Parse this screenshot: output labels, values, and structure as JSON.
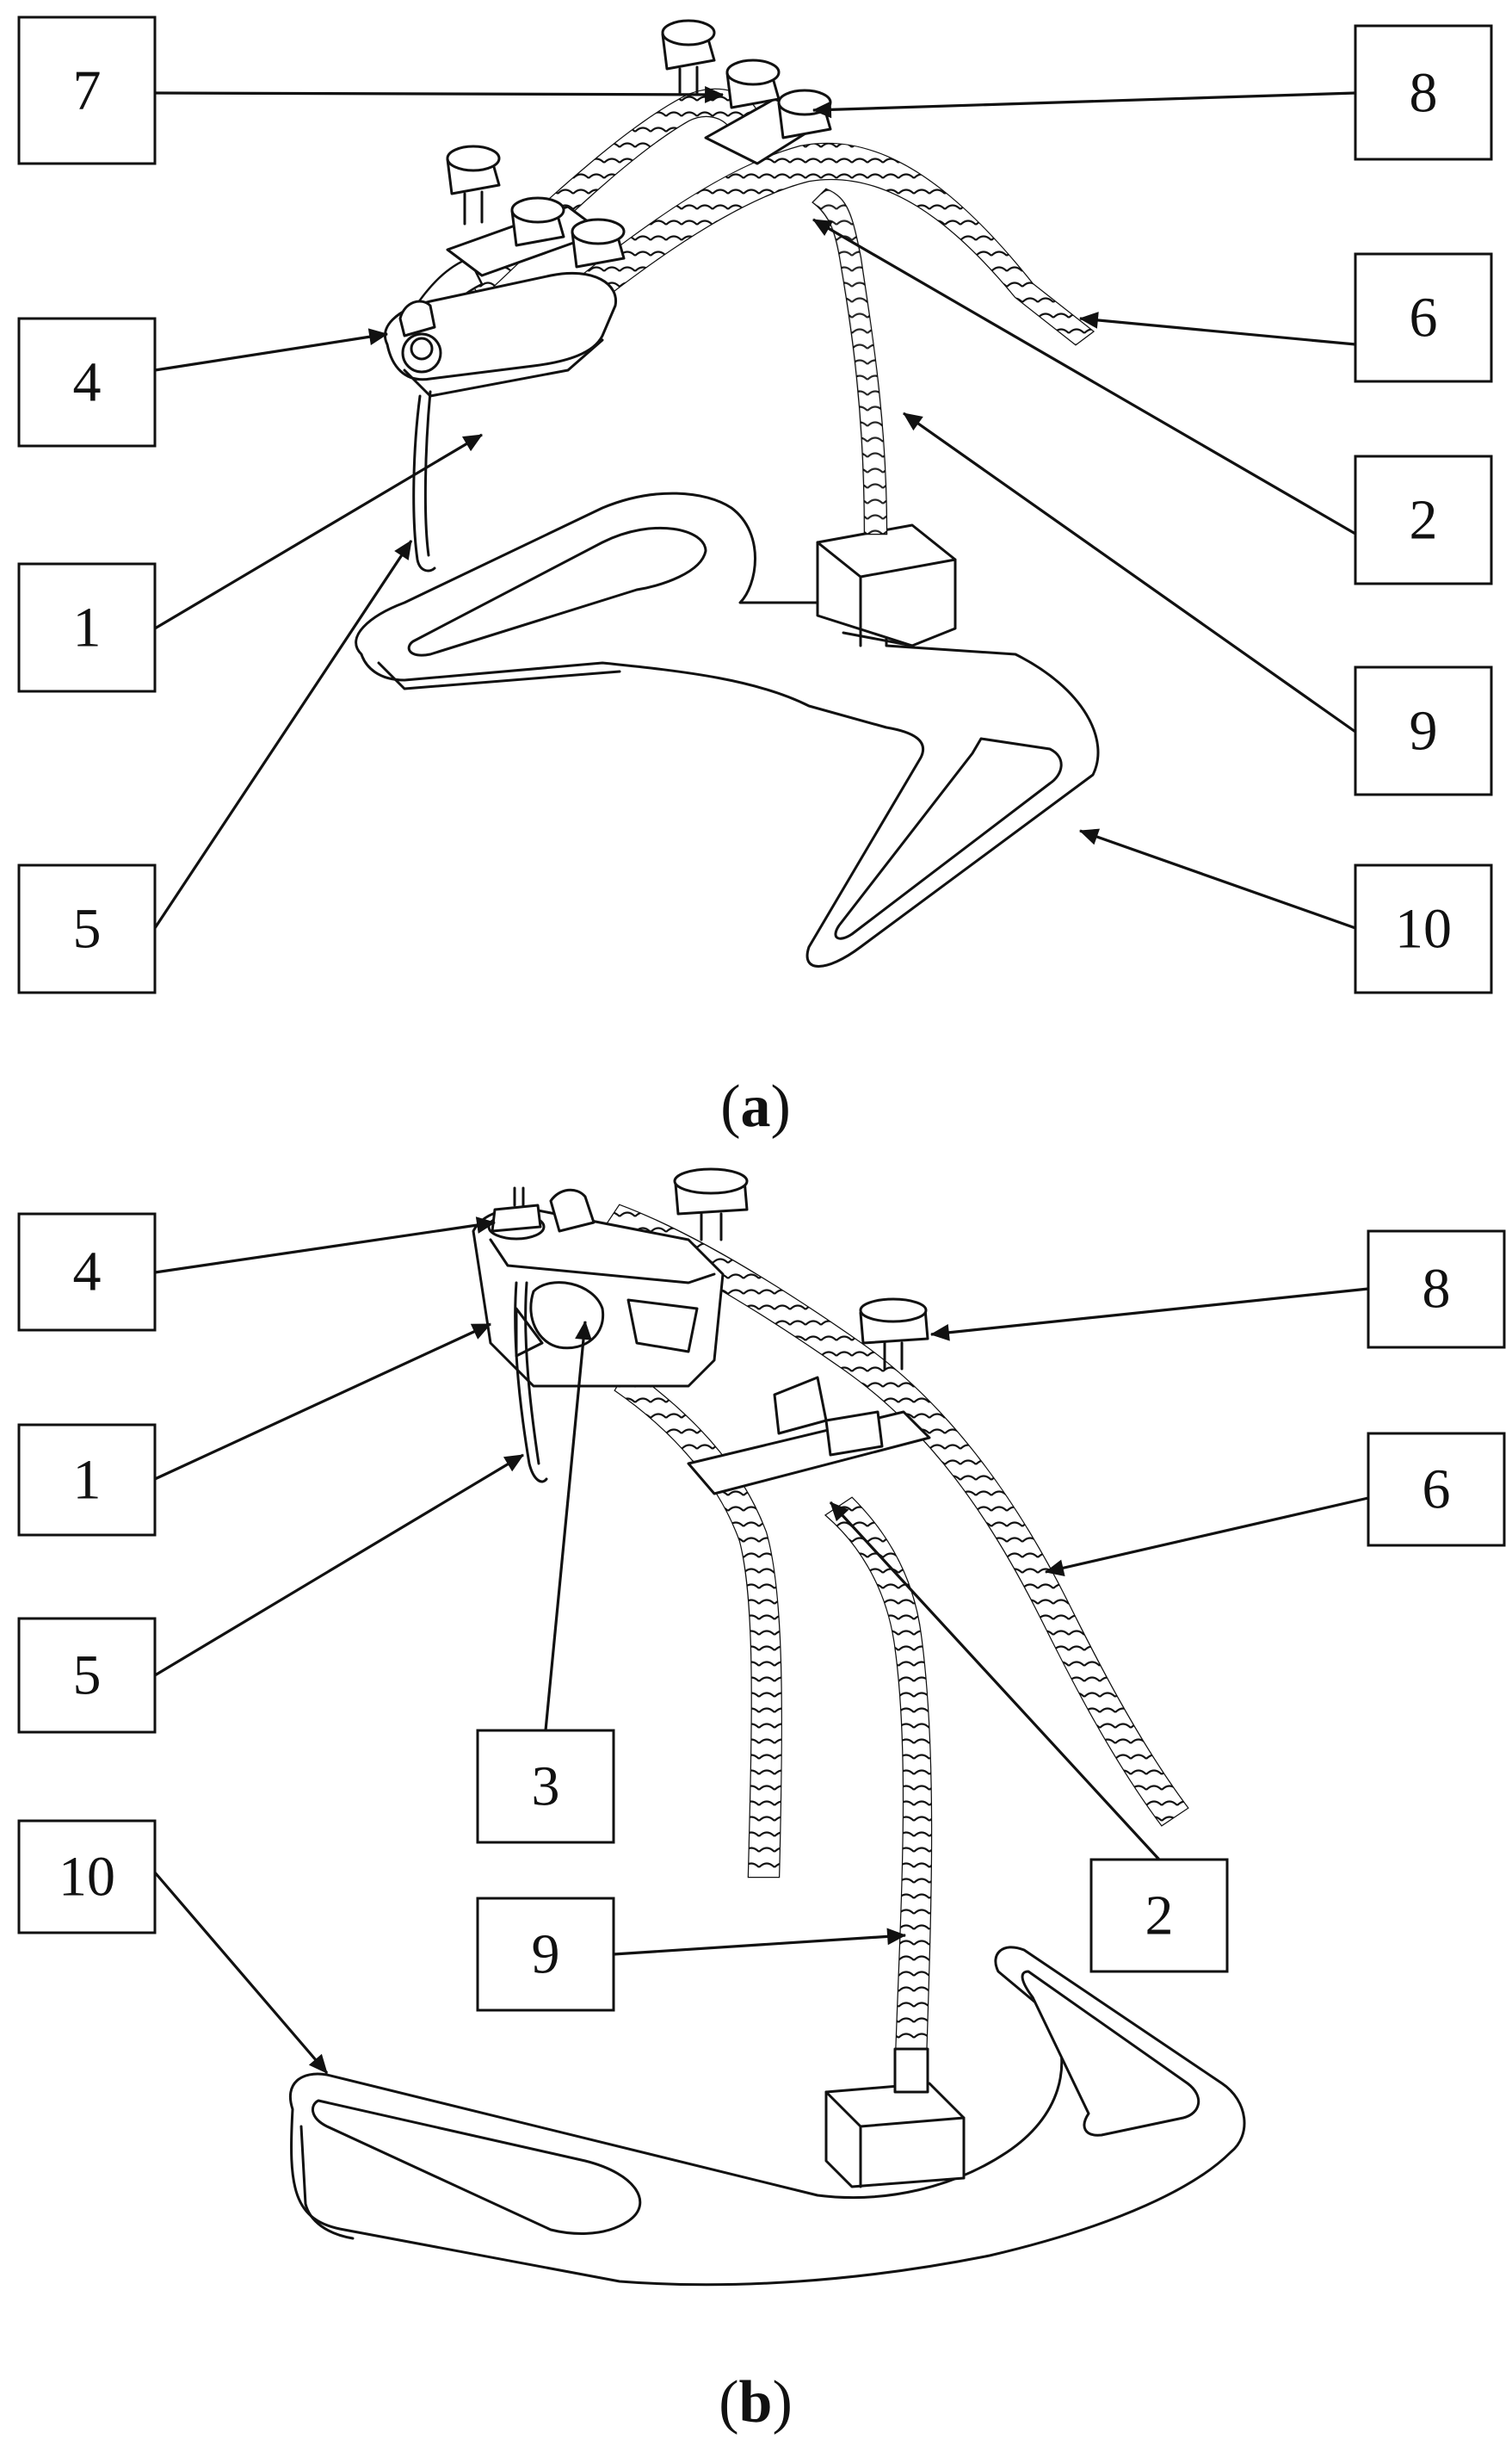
{
  "figure": {
    "panel_a": {
      "caption_open": "(",
      "caption_letter": "a",
      "caption_close": ")",
      "labels": [
        "7",
        "4",
        "1",
        "5",
        "8",
        "6",
        "2",
        "9",
        "10"
      ]
    },
    "panel_b": {
      "caption_open": "(",
      "caption_letter": "b",
      "caption_close": ")",
      "labels": [
        "4",
        "1",
        "5",
        "3",
        "10",
        "9",
        "2",
        "8",
        "6"
      ]
    }
  },
  "colors": {
    "line": "#111111",
    "background": "#ffffff"
  }
}
